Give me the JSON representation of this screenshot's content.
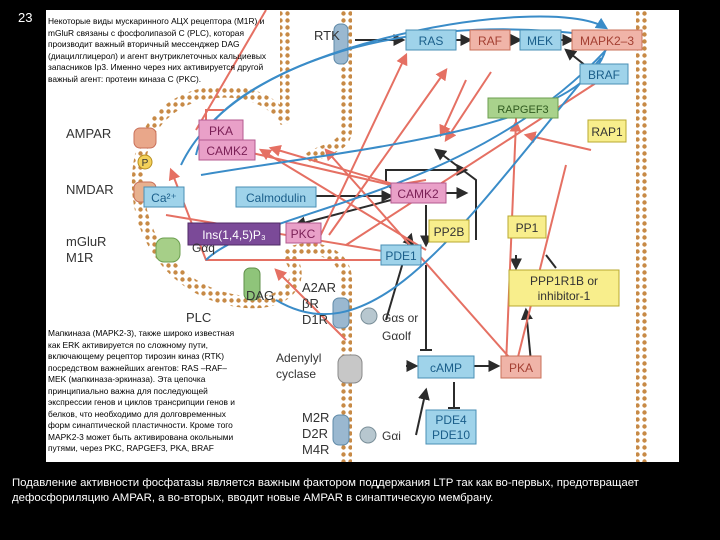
{
  "slide_number": "23",
  "figure": {
    "top_text": "Некоторые виды мускаринного АЦХ рецептора (M1R) и\nmGluR связаны с фосфолипазой С (PLC), которая\nпроизводит важный вторичный мессенджер DAG\n(диацилглицерол) и агент внутриклеточных кальциевых\nзапасников Ip3.  Именно через них активируется другой\nважный агент: протеин                киназа С (PKC).",
    "mid_text": "Мапкиназа (MAPK2-3), также широко известная\nкак ERK активируется по сложному пути,\nвключающему рецептор тирозин киназ  (RTK)\nпосредством важнейших агентов: RAS –RAF–\nMEK (мапкиназа-эркиназа). Эта цепочка\nпринципиально важна для последующей\nэкспрессии генов и циклов трансрипции генов и\nбелков, что необходимо для долговременных\nформ синаптической пластичности. Кроме того\nMAPK2-3 может быть активирована окольными\nпутями, через PKC, RAPGEF3, PKA, BRAF",
    "labels": {
      "rtk": "RTK",
      "ampar": "AMPAR",
      "nmdar": "NMDAR",
      "mglur": "mGluR",
      "m1r": "M1R",
      "dag": "DAG",
      "plc": "PLC",
      "p": "P",
      "a2ar": "A2AR",
      "br": "βR",
      "d1r": "D1R",
      "m2r": "M2R",
      "d2r": "D2R",
      "m4r": "M4R",
      "gas": "Gαs or",
      "golf": "Gαolf",
      "gai": "Gαi",
      "gaq": "Gαq",
      "adenylyl": "Adenylyl",
      "cyclase": "cyclase"
    },
    "boxes": {
      "ras": "RAS",
      "raf": "RAF",
      "mek": "MEK",
      "mapk": "MAPK2–3",
      "braf": "BRAF",
      "rapgef3": "RAPGEF3",
      "rap1": "RAP1",
      "pka_top": "PKA",
      "camk2_top": "CAMK2",
      "ca": "Ca²⁺",
      "calmodulin": "Calmodulin",
      "camk2_mid": "CAMK2",
      "ins": "Ins(1,4,5)P₃",
      "pkc": "PKC",
      "pp2b": "PP2B",
      "pp1": "PP1",
      "pde1": "PDE1",
      "ppp1r1b": "PPP1R1B or\ninhibitor-1",
      "camp": "cAMP",
      "pka_bottom": "PKA",
      "pde4": "PDE4\nPDE10"
    },
    "colors": {
      "red_box": "#f0b4a8",
      "blue_box": "#9fd3ea",
      "green_box": "#a9d28c",
      "yellow_box": "#f8ee8c",
      "pink_box": "#e9a0c8",
      "purple_box": "#7b4a98",
      "membrane": "#f3dca0",
      "dot": "#c78a46",
      "arrow_red": "#e57063",
      "arrow_blue": "#3a8cc8",
      "arrow_dark": "#2b2b2b"
    }
  },
  "caption": "Подавление активности фосфатазы является важным фактором поддержания LTP так как во-первых, предотвращает\nдефосфориляцию AMPAR, а во-вторых, вводит новые  AMPAR  в синаптическую мембрану."
}
